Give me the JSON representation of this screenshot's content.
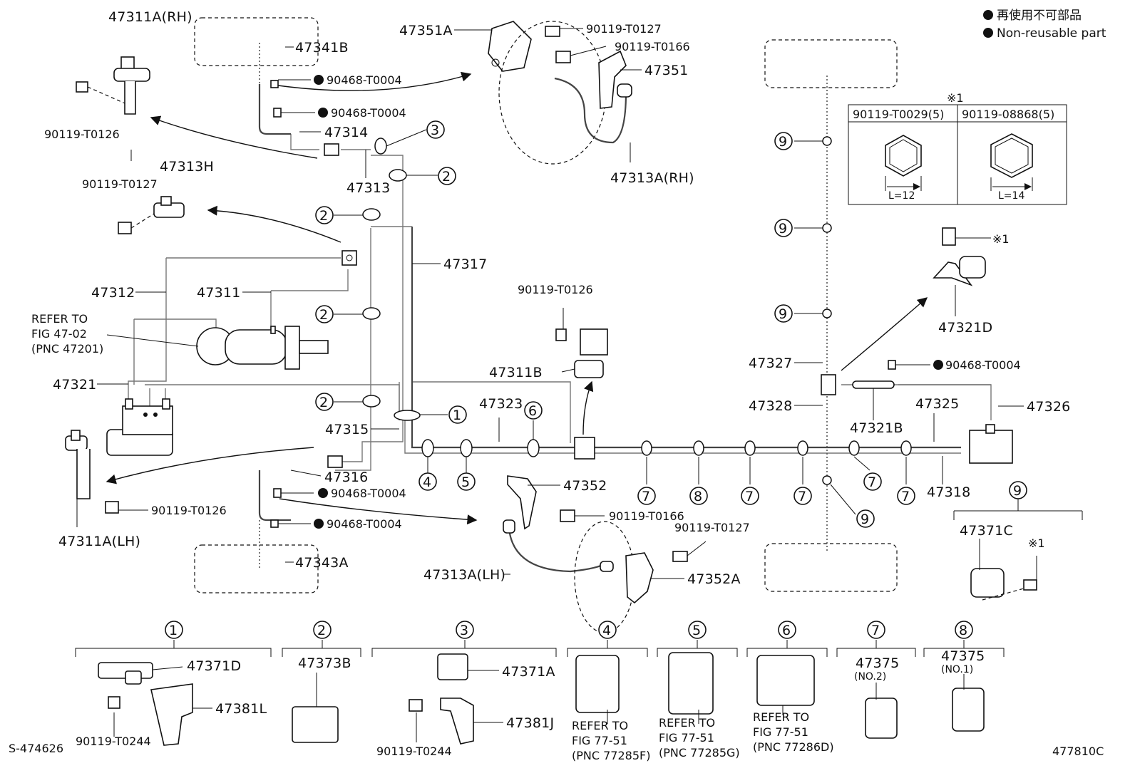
{
  "legend": {
    "jp": "再使用不可部品",
    "en": "Non-reusable part"
  },
  "labels": {
    "p47311A_RH": "47311A(RH)",
    "p90119_T0126_a": "90119-T0126",
    "p47341B": "47341B",
    "p90468_T0004_a": "90468-T0004",
    "p90468_T0004_b": "90468-T0004",
    "p47314": "47314",
    "p47313": "47313",
    "p47313H": "47313H",
    "p90119_T0127_a": "90119-T0127",
    "p47351A": "47351A",
    "p90119_T0127_b": "90119-T0127",
    "p90119_T0166_a": "90119-T0166",
    "p47351": "47351",
    "p47313A_RH": "47313A(RH)",
    "p47317": "47317",
    "p47312": "47312",
    "p47311": "47311",
    "refer1": "REFER TO",
    "refer2": "FIG 47-02",
    "refer3": "(PNC 47201)",
    "p47321": "47321",
    "p47315": "47315",
    "p47323": "47323",
    "p90119_T0126_b": "90119-T0126",
    "p47311B": "47311B",
    "p47316": "47316",
    "p90468_T0004_c": "90468-T0004",
    "p90468_T0004_d": "90468-T0004",
    "p47311A_LH": "47311A(LH)",
    "p90119_T0126_c": "90119-T0126",
    "p47343A": "47343A",
    "p47352": "47352",
    "p90119_T0166_b": "90119-T0166",
    "p90119_T0127_c": "90119-T0127",
    "p47313A_LH": "47313A(LH)",
    "p47352A": "47352A",
    "p47327": "47327",
    "p47328": "47328",
    "p47321B": "47321B",
    "p47325": "47325",
    "p47326": "47326",
    "p47318": "47318",
    "p90468_T0004_e": "90468-T0004",
    "p47321D": "47321D",
    "note1": "※1",
    "note2": "※1",
    "note3": "※1",
    "p47371C": "47371C",
    "tbl_a": "90119-T0029(5)",
    "tbl_b": "90119-08868(5)",
    "tbl_la": "L=12",
    "tbl_lb": "L=14",
    "g1_a": "47371D",
    "g1_b": "47381L",
    "g1_c": "90119-T0244",
    "g2_a": "47373B",
    "g3_a": "47371A",
    "g3_b": "47381J",
    "g3_c": "90119-T0244",
    "g4_r1": "REFER TO",
    "g4_r2": "FIG 77-51",
    "g4_r3": "(PNC 77285F)",
    "g5_r1": "REFER TO",
    "g5_r2": "FIG 77-51",
    "g5_r3": "(PNC 77285G)",
    "g6_r1": "REFER TO",
    "g6_r2": "FIG 77-51",
    "g6_r3": "(PNC 77286D)",
    "g7_a": "47375",
    "g7_b": "(NO.2)",
    "g8_a": "47375",
    "g8_b": "(NO.1)",
    "code_left": "S-474626",
    "code_right": "477810C"
  },
  "circles": {
    "c1": "1",
    "c2a": "2",
    "c2b": "2",
    "c2c": "2",
    "c2d": "2",
    "c3": "3",
    "c4": "4",
    "c5": "5",
    "c6": "6",
    "c7a": "7",
    "c7b": "7",
    "c7c": "7",
    "c7d": "7",
    "c7e": "7",
    "c8": "8",
    "c9a": "9",
    "c9b": "9",
    "c9c": "9",
    "c9d": "9",
    "c9e": "9",
    "g1": "1",
    "g2": "2",
    "g3": "3",
    "g4": "4",
    "g5": "5",
    "g6": "6",
    "g7": "7",
    "g8": "8"
  }
}
